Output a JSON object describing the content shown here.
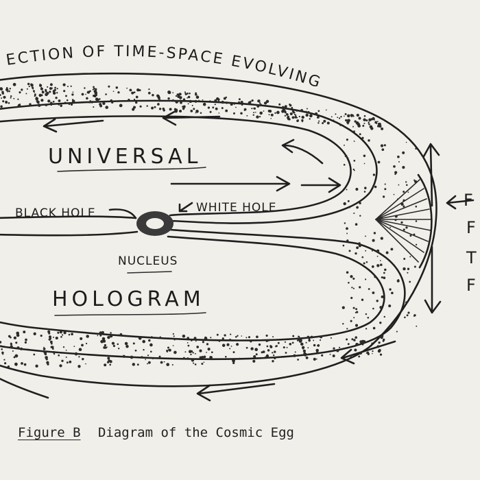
{
  "diagram": {
    "title_curved": "ECTION OF TIME-SPACE EVOLVING",
    "label_universal": "UNIVERSAL",
    "label_hologram": "HOLOGRAM",
    "label_black_hole": "BLACK HOLE",
    "label_white_hole": "WHITE HOLE",
    "label_nucleus": "NUCLEUS",
    "right_edge_letters": [
      "F",
      "F",
      "T",
      "F"
    ]
  },
  "caption": {
    "figure_label": "Figure B",
    "text": "Diagram of the Cosmic Egg"
  }
}
